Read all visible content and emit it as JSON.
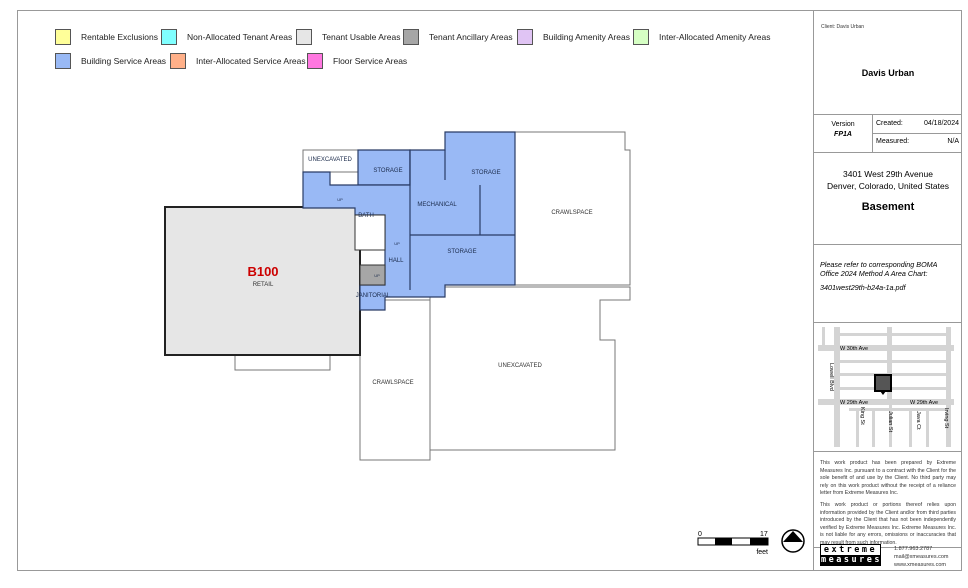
{
  "legend": [
    {
      "label": "Rentable Exclusions",
      "color": "#ffff99"
    },
    {
      "label": "Non-Allocated Tenant Areas",
      "color": "#80ffff"
    },
    {
      "label": "Tenant Usable Areas",
      "color": "#e6e6e6"
    },
    {
      "label": "Tenant Ancillary Areas",
      "color": "#a6a6a6"
    },
    {
      "label": "Building Amenity Areas",
      "color": "#e0c4f4"
    },
    {
      "label": "Inter-Allocated Amenity Areas",
      "color": "#d6ffc4"
    },
    {
      "label": "Building Service Areas",
      "color": "#99b9f5"
    },
    {
      "label": "Inter-Allocated Service Areas",
      "color": "#ffb089"
    },
    {
      "label": "Floor Service Areas",
      "color": "#ff77e0"
    }
  ],
  "plan": {
    "suite_id": "B100",
    "suite_name": "RETAIL",
    "suite_id_color": "#cc0000",
    "rooms": {
      "unexcavated_small": "UNEXCAVATED",
      "storage_1": "STORAGE",
      "storage_2": "STORAGE",
      "storage_3": "STORAGE",
      "mechanical": "MECHANICAL",
      "bath": "BATH",
      "hall": "HALL",
      "janitorial": "JANITORIAL",
      "crawlspace_1": "CRAWLSPACE",
      "crawlspace_2": "CRAWLSPACE",
      "unexcavated_large": "UNEXCAVATED",
      "up_1": "UP",
      "up_2": "UP",
      "up_3": "UP"
    }
  },
  "scale": {
    "min": "0",
    "max": "17",
    "unit": "feet"
  },
  "panel": {
    "client_label": "Client: Davis Urban",
    "client_name": "Davis Urban",
    "version_label": "Version",
    "version": "FP1A",
    "created_label": "Created:",
    "created": "04/18/2024",
    "measured_label": "Measured:",
    "measured": "N/A",
    "address1": "3401 West 29th Avenue",
    "address2": "Denver, Colorado, United States",
    "floor": "Basement",
    "note": "Please refer to corresponding BOMA Office 2024 Method A Area Chart:",
    "file": "3401west29th-b24a-1a.pdf",
    "map": {
      "streets": [
        "W 30th Ave",
        "Lowell Blvd",
        "W 29th Ave",
        "W 29th Ave",
        "King St",
        "Julian St",
        "Java Ct",
        "Irving St"
      ]
    },
    "disclaimer1": "This work product has been prepared by Extreme Measures Inc. pursuant to a contract with the Client for the sole benefit of and use by the Client. No third party may rely on this work product without the receipt of a reliance letter from Extreme Measures Inc.",
    "disclaimer2": "This work product or portions thereof relies upon information provided by the Client and/or from third parties introduced by the Client that has not been independently verified by Extreme Measures Inc. Extreme Measures Inc. is not liable for any errors, omissions or inaccuracies that may result from such information.",
    "logo": [
      "extreme",
      "measures"
    ],
    "phone": "1.877.963.2787",
    "email": "mail@xmeasures.com",
    "web": "www.xmeasures.com"
  }
}
